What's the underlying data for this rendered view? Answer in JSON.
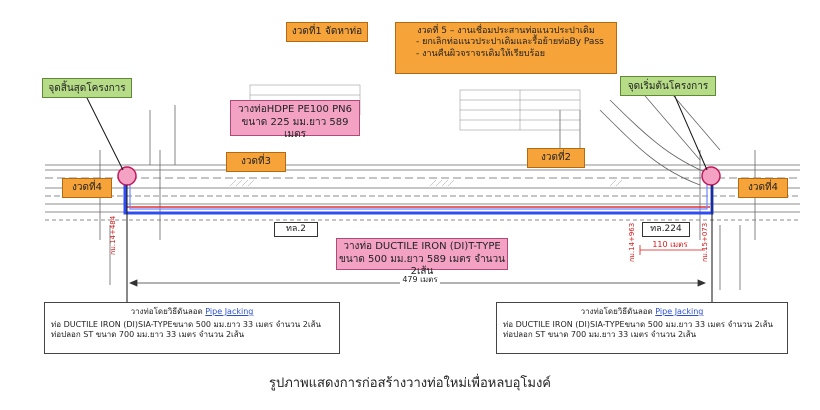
{
  "labels": {
    "phase1": "งวดที่1 จัดหาท่อ",
    "phase5_title": "งวดที่ 5 – งานเชื่อมประสานท่อแนวประปาเดิม",
    "phase5_line1": "- ยกเลิกท่อแนวประปาเดิมและรื้อย้ายท่อBy Pass",
    "phase5_line2": "- งานคืนผิวจราจรเดิมให้เรียบร้อย",
    "project_end": "จุดสิ้นสุดโครงการ",
    "project_start": "จุดเริ่มต้นโครงการ",
    "hdpe_line1": "วางท่อHDPE PE100 PN6",
    "hdpe_line2": "ขนาด 225 มม.ยาว 589 เมตร",
    "phase3": "งวดที่3",
    "phase2": "งวดที่2",
    "phase4_left": "งวดที่4",
    "phase4_right": "งวดที่4",
    "marker_left": "ทล.2",
    "marker_right": "ทล.224",
    "di_line1": "วางท่อ DUCTILE IRON (DI)T-TYPE",
    "di_line2": "ขนาด 500 มม.ยาว 589 เมตร จำนวน 2เส้น",
    "dim_total": "479 เมตร",
    "dim_right": "110 เมตร",
    "note_title": "วางท่อโดยวิธีดันลอด",
    "note_method": "Pipe Jacking",
    "note_line1": "ท่อ DUCTILE IRON (DI)SIA-TYPEขนาด 500 มม.ยาว 33 เมตร จำนวน 2เส้น",
    "note_line2": "ท่อปลอก ST ขนาด 700 มม.ยาว 33 เมตร จำนวน 2เส้น",
    "caption": "รูปภาพแสดงการก่อสร้างวางท่อใหม่เพื่อหลบอุโมงค์"
  },
  "colors": {
    "orange": "#f6a33a",
    "green": "#b6dc88",
    "pink": "#f3a2c4",
    "pipe_blue": "#2f4df0",
    "pipe_red": "#e03030",
    "dim_red": "#d61a1a",
    "road": "#555555"
  }
}
